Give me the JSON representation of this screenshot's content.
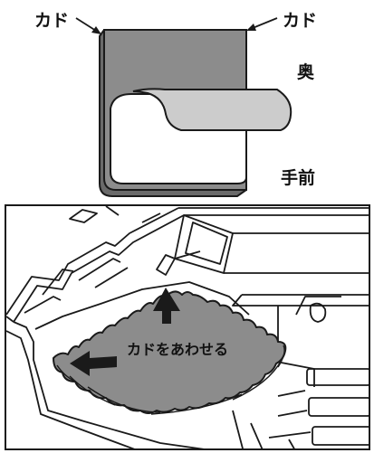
{
  "labels": {
    "corner_left": "カド",
    "corner_right": "カド",
    "back": "奥",
    "front": "手前",
    "align_corners": "カドをあわせる"
  },
  "colors": {
    "sheet_fill": "#8c8c8c",
    "sheet_top_fill": "#8a8a8a",
    "sheet_bottom_fill": "#6a6a6a",
    "line": "#1a1a1a",
    "backdrop": "#ffffff"
  },
  "icons": [
    "arrow-left-icon",
    "arrow-right-icon",
    "arrow-up-icon",
    "arrow-left-icon"
  ]
}
